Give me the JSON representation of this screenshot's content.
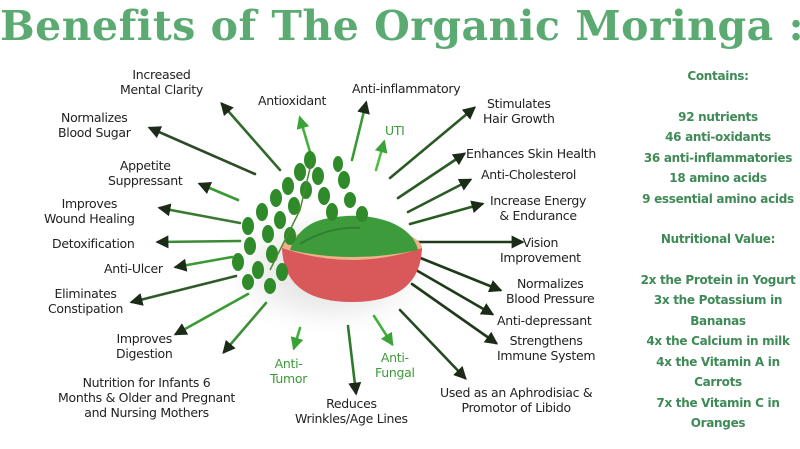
{
  "title": "Benefits of The Organic Moringa :",
  "colors": {
    "title": "#5aaa72",
    "side_text": "#3f8a56",
    "label_dark": "#222222",
    "label_green": "#3e9a3a",
    "bowl": "#d9585a",
    "powder": "#3e9b3c",
    "leaf": "#2f8a2a"
  },
  "center_image": {
    "icon": "moringa-leaves-and-powder-bowl"
  },
  "benefits": [
    {
      "id": "mental-clarity",
      "lines": [
        "Increased",
        "Mental Clarity"
      ],
      "color": "dark"
    },
    {
      "id": "antioxidant",
      "lines": [
        "Antioxidant"
      ],
      "color": "dark"
    },
    {
      "id": "anti-inflammatory",
      "lines": [
        "Anti-inflammatory"
      ],
      "color": "dark"
    },
    {
      "id": "uti",
      "lines": [
        "UTI"
      ],
      "color": "green"
    },
    {
      "id": "hair-growth",
      "lines": [
        "Stimulates",
        "Hair Growth"
      ],
      "color": "dark"
    },
    {
      "id": "blood-sugar",
      "lines": [
        "Normalizes",
        "Blood Sugar"
      ],
      "color": "dark"
    },
    {
      "id": "appetite",
      "lines": [
        "Appetite",
        "Suppressant"
      ],
      "color": "dark"
    },
    {
      "id": "wound-healing",
      "lines": [
        "Improves",
        "Wound Healing"
      ],
      "color": "dark"
    },
    {
      "id": "detox",
      "lines": [
        "Detoxification"
      ],
      "color": "dark"
    },
    {
      "id": "anti-ulcer",
      "lines": [
        "Anti-Ulcer"
      ],
      "color": "dark"
    },
    {
      "id": "constipation",
      "lines": [
        "Eliminates",
        "Constipation"
      ],
      "color": "dark"
    },
    {
      "id": "digestion",
      "lines": [
        "Improves",
        "Digestion"
      ],
      "color": "dark"
    },
    {
      "id": "infants",
      "lines": [
        "Nutrition for Infants 6",
        "Months & Older and Pregnant",
        "and Nursing Mothers"
      ],
      "color": "dark"
    },
    {
      "id": "anti-tumor",
      "lines": [
        "Anti-",
        "Tumor"
      ],
      "color": "green"
    },
    {
      "id": "wrinkles",
      "lines": [
        "Reduces",
        "Wrinkles/Age Lines"
      ],
      "color": "dark"
    },
    {
      "id": "anti-fungal",
      "lines": [
        "Anti-",
        "Fungal"
      ],
      "color": "green"
    },
    {
      "id": "aphrodisiac",
      "lines": [
        "Used as an Aphrodisiac &",
        "Promotor of Libido"
      ],
      "color": "dark"
    },
    {
      "id": "skin-health",
      "lines": [
        "Enhances Skin Health"
      ],
      "color": "dark"
    },
    {
      "id": "anti-cholesterol",
      "lines": [
        "Anti-Cholesterol"
      ],
      "color": "dark"
    },
    {
      "id": "energy",
      "lines": [
        "Increase Energy",
        "& Endurance"
      ],
      "color": "dark"
    },
    {
      "id": "vision",
      "lines": [
        "Vision",
        "Improvement"
      ],
      "color": "dark"
    },
    {
      "id": "blood-pressure",
      "lines": [
        "Normalizes",
        "Blood Pressure"
      ],
      "color": "dark"
    },
    {
      "id": "anti-depressant",
      "lines": [
        "Anti-depressant"
      ],
      "color": "dark"
    },
    {
      "id": "immune",
      "lines": [
        "Strengthens",
        "Immune System"
      ],
      "color": "dark"
    }
  ],
  "contains": {
    "heading": "Contains:",
    "items": [
      "92 nutrients",
      "46 anti-oxidants",
      "36 anti-inflammatories",
      "18 amino acids",
      "9 essential amino acids"
    ]
  },
  "nutritional_value": {
    "heading": "Nutritional Value:",
    "items": [
      "2x the Protein in Yogurt",
      "3x the Potassium in",
      "Bananas",
      "4x the Calcium in milk",
      "4x the Vitamin A in",
      "Carrots",
      "7x the Vitamin C in",
      "Oranges"
    ]
  }
}
